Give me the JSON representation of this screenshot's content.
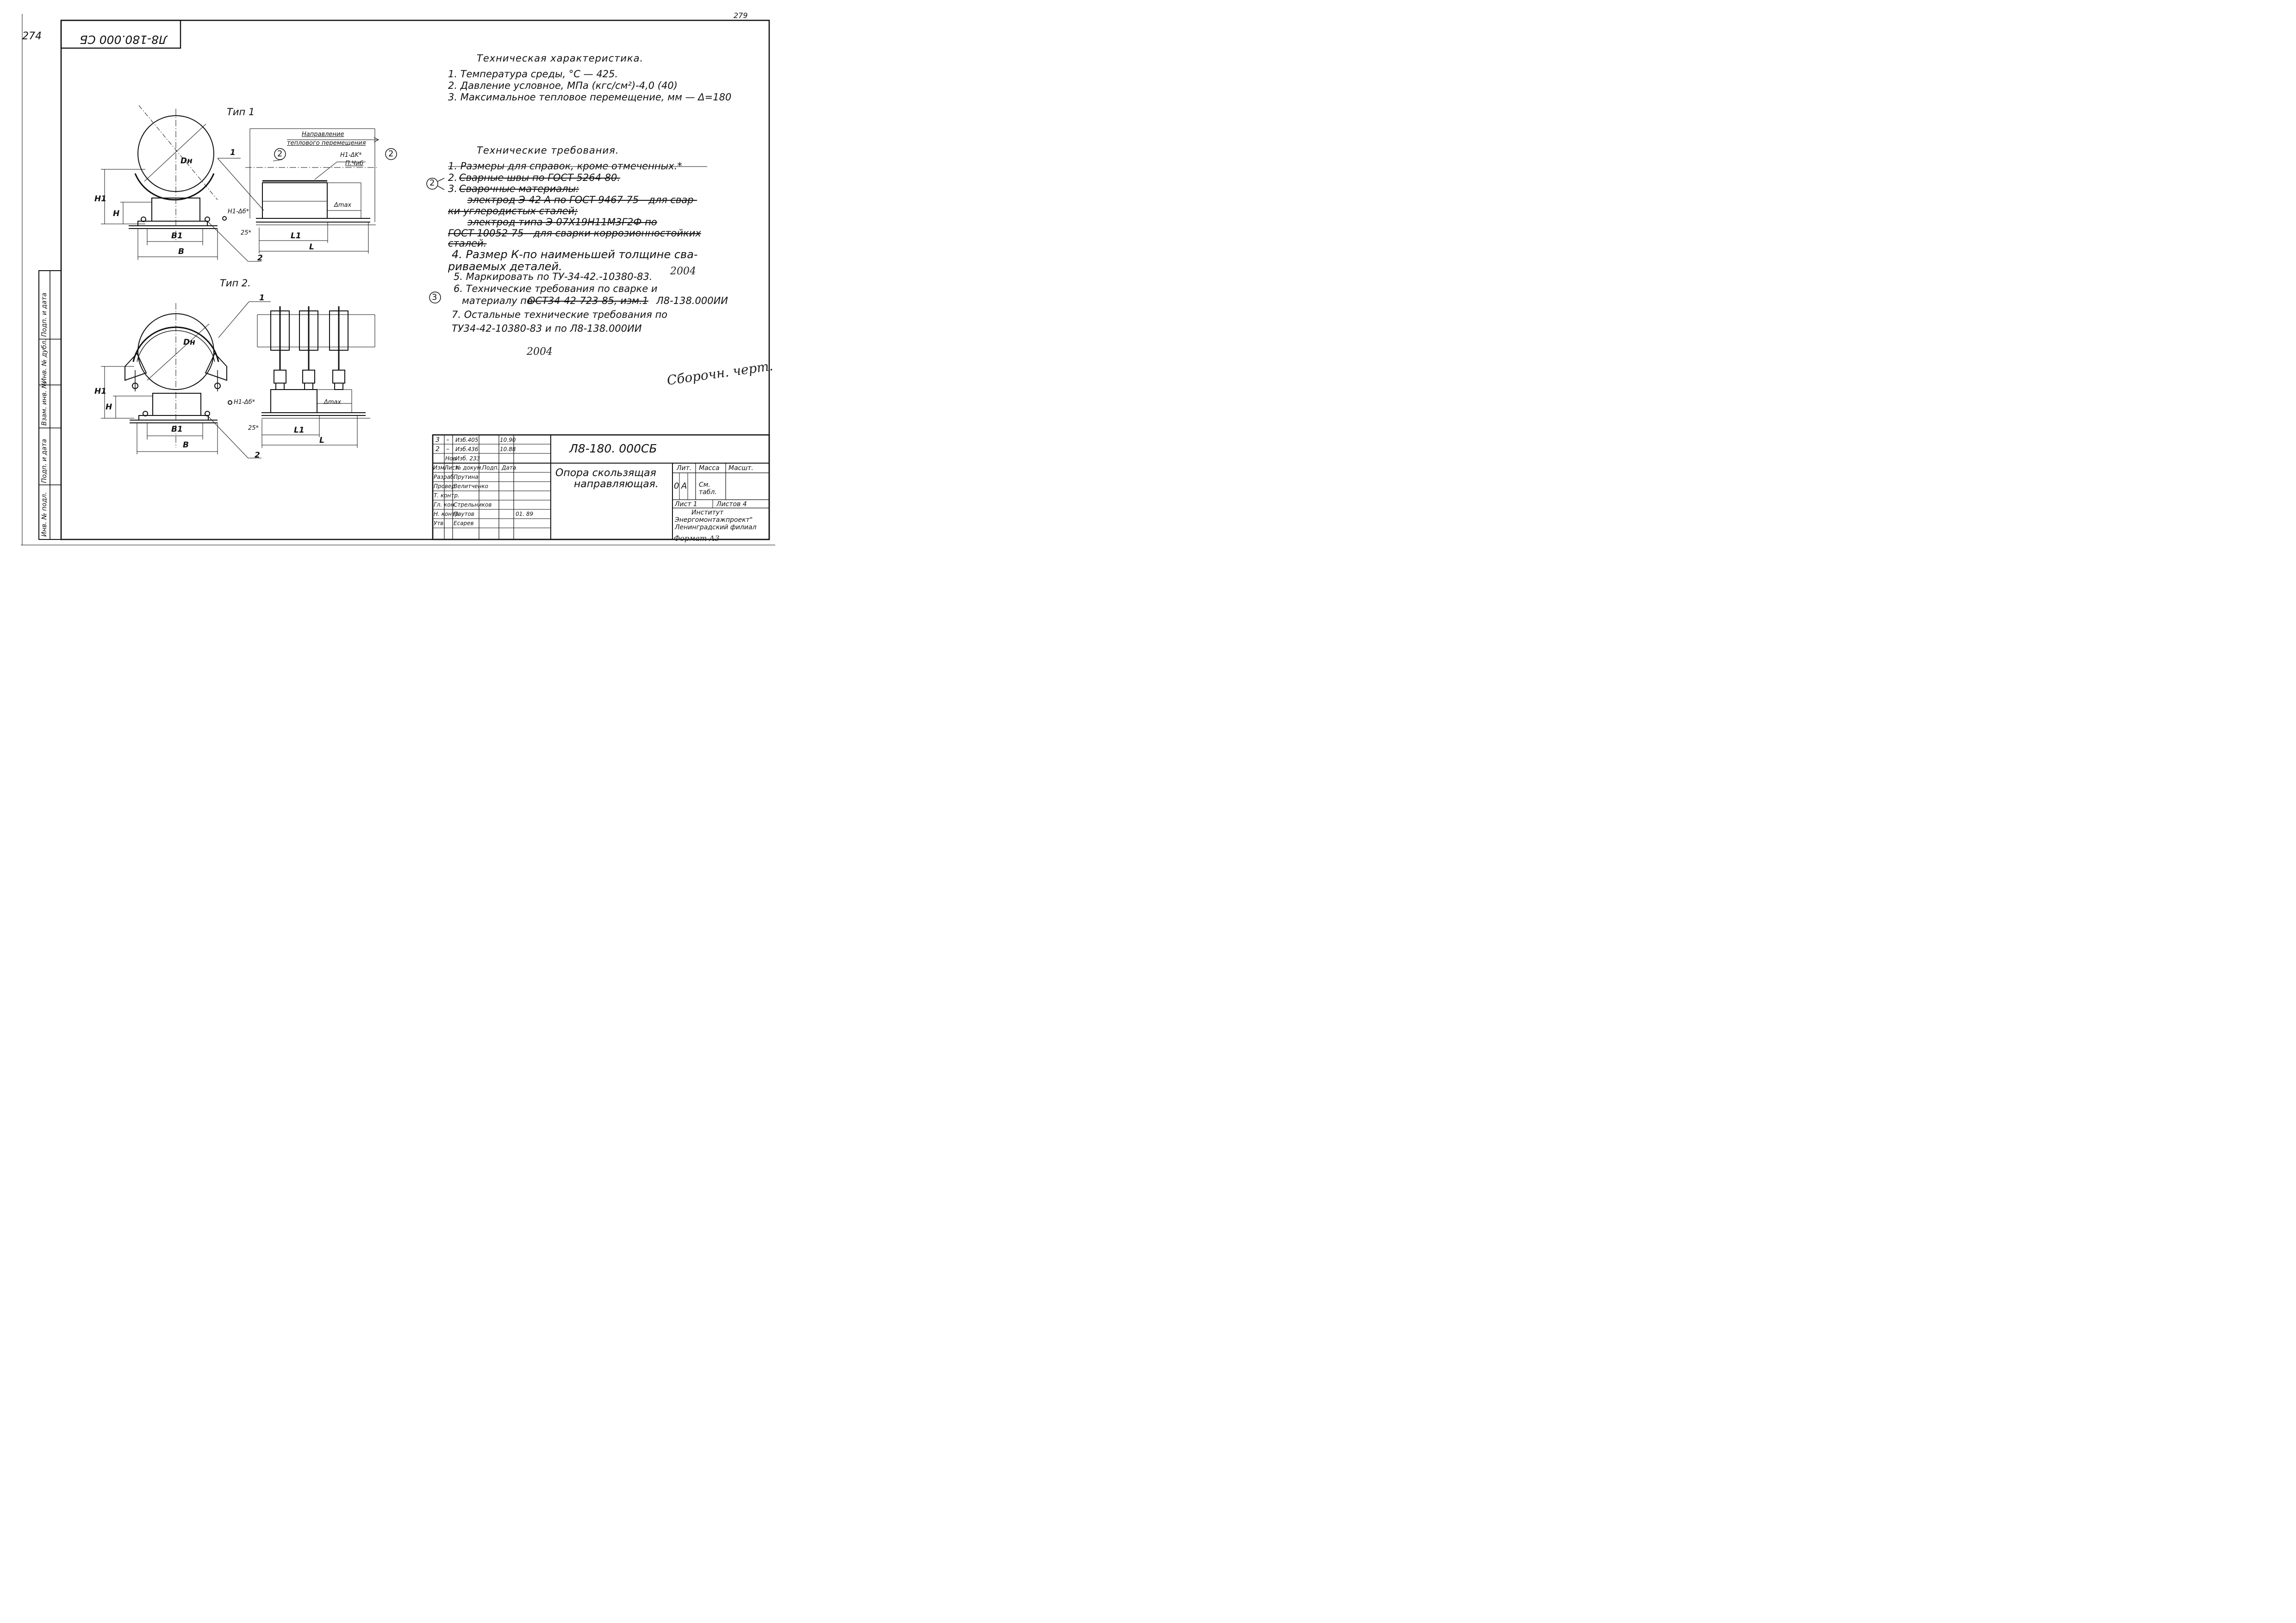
{
  "sheet": {
    "number_left": "274",
    "number_right": "279",
    "designation_top": "Л8-180.000 СБ"
  },
  "tech_spec": {
    "heading": "Техническая  характеристика.",
    "items": [
      "1. Температура среды, °С — 425.",
      "2. Давление условное, МПа (кгс/см²)-4,0 (40)",
      "3. Максимальное тепловое  перемещение, мм — Δ=180"
    ]
  },
  "tech_req": {
    "heading": "Технические  требования.",
    "r1": "1. Размеры для справок, кроме отмеченных.*",
    "r2_num": "2.",
    "r2_text": "Сварные  швы  по  ГОСТ 5264-80.",
    "r3_num": "3.",
    "r3_text": "Сварочные  материалы:",
    "r3_line2": "электрод  Э-42 А  по ГОСТ 9467-75 - для  свар-",
    "r3_line3": "ки  углеродистых  сталей;",
    "r3_line4": "электрод  типа  Э-07Х19Н11М3Г2Ф по",
    "r3_line5": "ГОСТ 10052-75 - для  сварки  коррозионностойких",
    "r3_line6": "сталей.",
    "r4_line1": "4. Размер  К-по наименьшей  толщине  сва-",
    "r4_line2": "риваемых  деталей.",
    "r5": "5. Маркировать  по ТУ-34-42.-10380-83.",
    "r5_hand": "2004",
    "r6_line1": "6. Технические  требования  по сварке  и",
    "r6_line2a": "материалу  по",
    "r6_line2b": "ОСТ34-42-723-85, изм.1",
    "r6_line2c": "Л8-138.000ИИ",
    "r7_line1": "7. Остальные  технические  требования  по",
    "r7_line2": "ТУ34-42-10380-83  и по  Л8-138.000ИИ",
    "r7_hand": "2004",
    "rev_mark_2": "2",
    "rev_mark_3": "3",
    "handwritten_note": "Сборочн. черт."
  },
  "views": {
    "type1_title": "Тип 1",
    "type2_title": "Тип 2.",
    "direction_label_1": "Направление",
    "direction_label_2": "теплового перемещения",
    "dn": "Dн",
    "h1": "H1",
    "h": "H",
    "b1": "B1",
    "b": "B",
    "l1": "L1",
    "l": "L",
    "dim_25": "25*",
    "delta_max": "Δmax",
    "weld_label": "H1-Δб*",
    "weld_label_k": "H1-ΔK*",
    "weld_label_k_sub": "П.Чиб",
    "pos_1": "1",
    "pos_2": "2"
  },
  "title_block": {
    "designation": "Л8-180. 000СБ",
    "name_line1": "Опора  скользящая",
    "name_line2": "направляющая.",
    "lit_header": "Лит.",
    "mass_header": "Масса",
    "scale_header": "Масшт.",
    "lit_0": "0",
    "lit_a": "А",
    "mass_value": "См. табл.",
    "sheet_label": "Лист  1",
    "sheets_label": "Листов  4",
    "org_line1": "Институт",
    "org_line2": "Энергомонтажпроект\"",
    "org_line3": "Ленинградский  филиал",
    "format": "Формат А3",
    "rev_rows": [
      [
        "3",
        "–",
        "Изб.405",
        "",
        "10.90"
      ],
      [
        "2",
        "–",
        "Изб.436",
        "",
        "10.88"
      ],
      [
        "",
        "Нов",
        "Изб. 233",
        "",
        ""
      ]
    ],
    "col_headers": [
      "Изм.",
      "Лист",
      "№ докум.",
      "Подп.",
      "Дата"
    ],
    "roles": [
      [
        "Разраб.",
        "Прутина"
      ],
      [
        "Провер.",
        "Велитченко"
      ],
      [
        "Т. контр.",
        ""
      ],
      [
        "Гл. кон.",
        "Стрельников"
      ],
      [
        "Н. контр.",
        "Паутов"
      ],
      [
        "Утв.",
        "Есарев"
      ]
    ],
    "nkontr_date": "01. 89"
  },
  "left_strip": {
    "labels": [
      "Инв. № подл.",
      "Подп. и дата",
      "Взам. инв. №",
      "Инв. № дубл.",
      "Подп. и дата"
    ]
  }
}
